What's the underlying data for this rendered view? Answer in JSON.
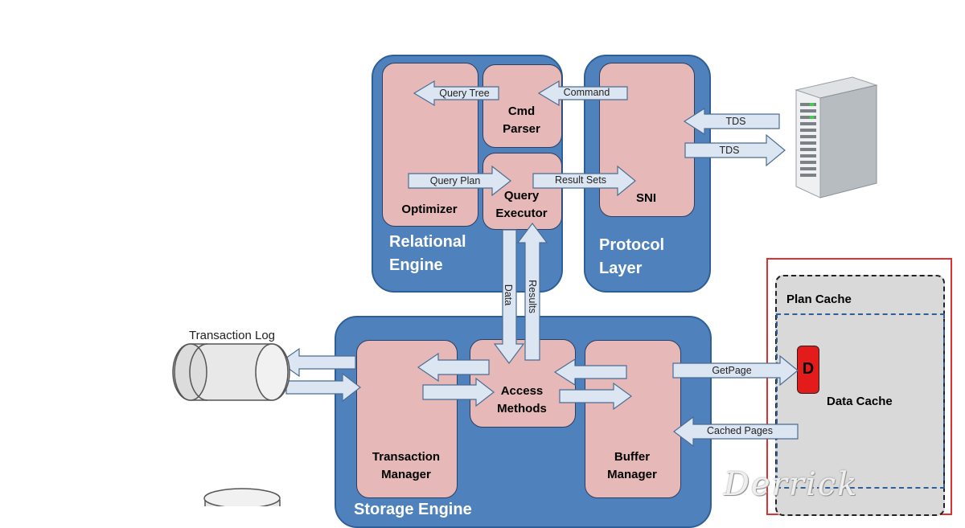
{
  "relational_engine": {
    "title_line1": "Relational",
    "title_line2": "Engine",
    "optimizer": "Optimizer",
    "cmd_parser_line1": "Cmd",
    "cmd_parser_line2": "Parser",
    "query_executor_line1": "Query",
    "query_executor_line2": "Executor"
  },
  "protocol_layer": {
    "title_line1": "Protocol",
    "title_line2": "Layer",
    "sni": "SNI"
  },
  "storage_engine": {
    "title_partial": "Storage Engine",
    "transaction_manager_line1": "Transaction",
    "transaction_manager_line2": "Manager",
    "access_methods_line1": "Access",
    "access_methods_line2": "Methods",
    "buffer_manager_line1": "Buffer",
    "buffer_manager_line2": "Manager"
  },
  "arrows": {
    "query_tree": "Query Tree",
    "command": "Command",
    "tds_in": "TDS",
    "tds_out": "TDS",
    "query_plan": "Query Plan",
    "result_sets": "Result Sets",
    "data": "Data",
    "results": "Results",
    "get_page": "GetPage",
    "cached_pages": "Cached Pages"
  },
  "transaction_log": "Transaction Log",
  "buffer_pool": {
    "plan_cache": "Plan Cache",
    "data_cache": "Data Cache",
    "page_marker": "D"
  },
  "watermark": "Derrick",
  "colors": {
    "engine_blue": "#4f81bd",
    "component_pink": "#e6b9b8",
    "arrow_fill": "#dce6f2",
    "buffer_pool_border": "#e03030",
    "cache_gray": "#d9d9d9",
    "page_red": "#e31b1b"
  }
}
